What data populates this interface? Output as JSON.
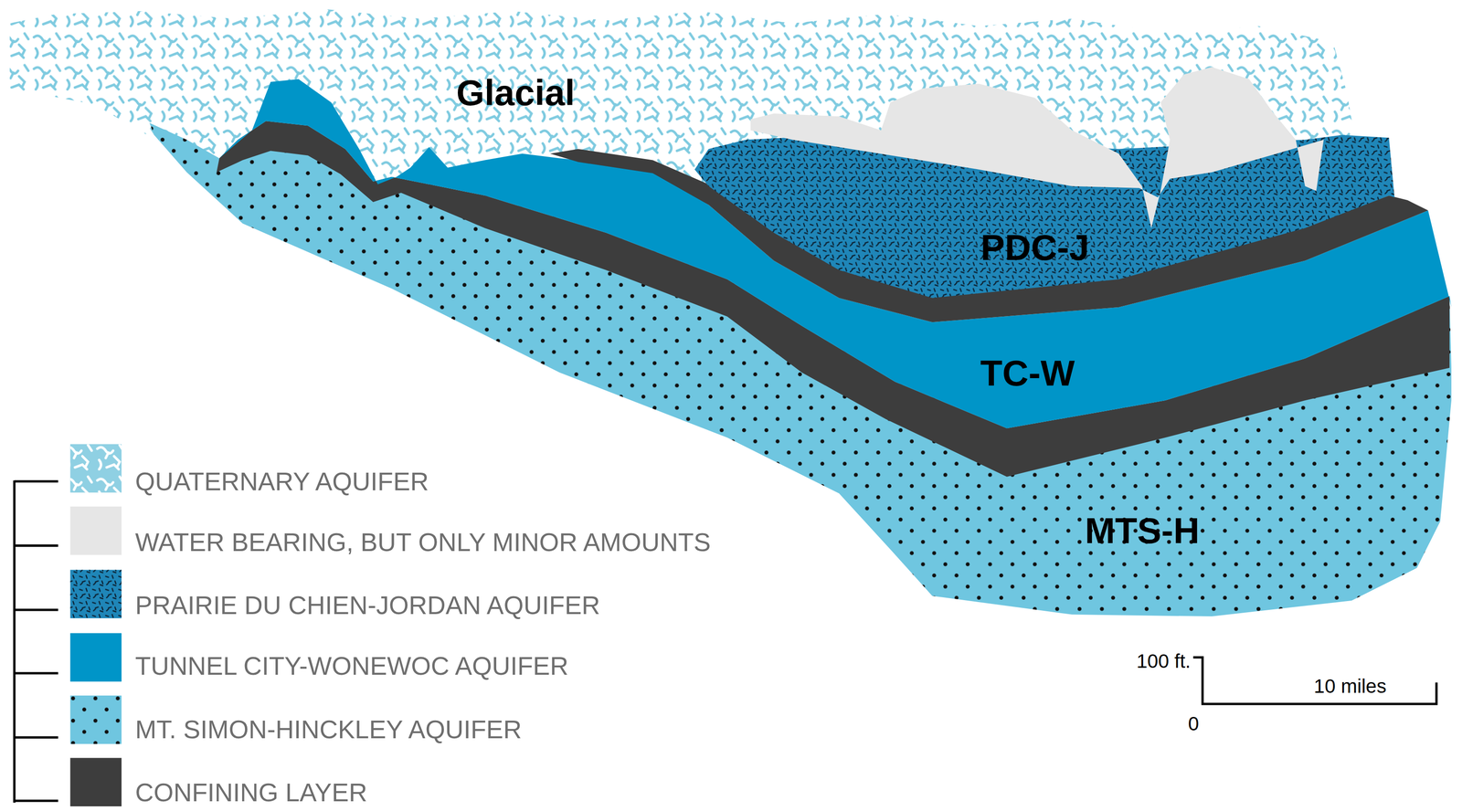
{
  "diagram": {
    "nodes": [
      {
        "text": [
          "Glacial"
        ]
      },
      {
        "text": [
          "PDC-J"
        ]
      },
      {
        "text": [
          "TC-W"
        ]
      },
      {
        "text": [
          "MTS-H"
        ]
      }
    ],
    "labels": [
      "100 ft.",
      "0",
      "10 miles"
    ],
    "legend": [
      {
        "text": "QUATERNARY AQUIFER",
        "color": "#8fd0e3"
      },
      {
        "text": "WATER BEARING, BUT ONLY MINOR AMOUNTS",
        "color": "#e6e6e6"
      },
      {
        "text": "PRAIRIE DU CHIEN-JORDAN AQUIFER",
        "color": "#1f86b8"
      },
      {
        "text": "TUNNEL CITY-WONEWOC AQUIFER",
        "color": "#0095c8"
      },
      {
        "text": "MT. SIMON-HINCKLEY AQUIFER",
        "color": "#6fc6e0"
      },
      {
        "text": "CONFINING LAYER",
        "color": "#3d3d3d"
      }
    ]
  }
}
